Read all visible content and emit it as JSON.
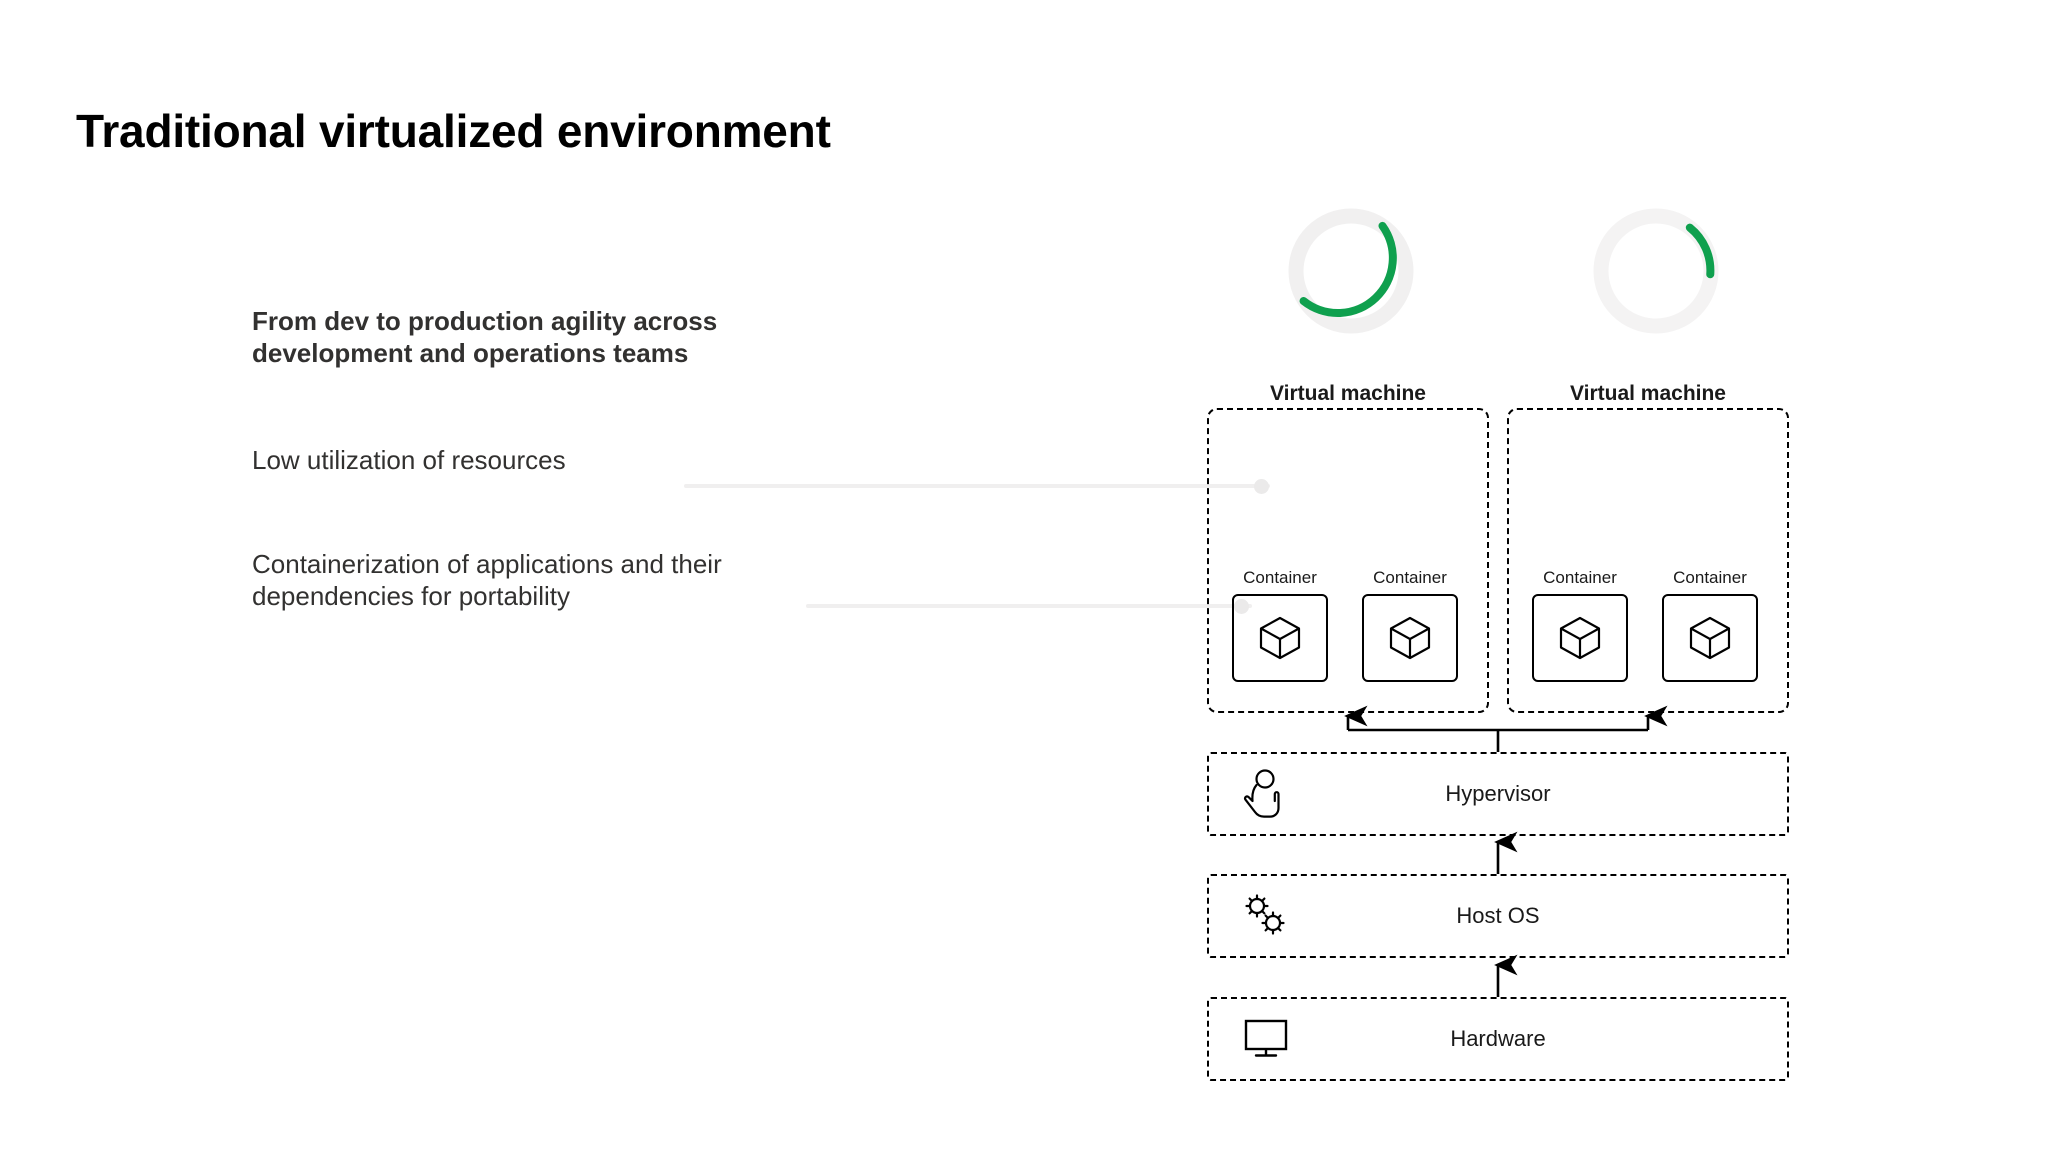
{
  "page": {
    "title": "Traditional virtualized environment",
    "background_color": "#ffffff",
    "text_color": "#323130",
    "accent_green": "#0FA04E",
    "track_gray": "#F1F0F0"
  },
  "left_column": {
    "lede": "From dev to production agility across development and operations teams",
    "bullets": [
      {
        "text": "Low utilization of resources"
      },
      {
        "text": "Containerization of applications and their dependencies for portability"
      }
    ]
  },
  "diagram": {
    "gauges": [
      {
        "name": "vm-gauge-1",
        "value_fraction": 0.35,
        "arc_start_deg": 40,
        "arc_sweep_deg": 126,
        "color": "#0FA04E",
        "track": "#F1F0F0"
      },
      {
        "name": "vm-gauge-2",
        "value_fraction": 0.15,
        "arc_start_deg": 35,
        "arc_sweep_deg": 55,
        "color": "#0FA04E",
        "track": "#F1F0F0"
      }
    ],
    "virtual_machines": [
      {
        "label": "Virtual machine",
        "containers": [
          {
            "label": "Container",
            "icon": "cube-icon"
          },
          {
            "label": "Container",
            "icon": "cube-icon"
          }
        ]
      },
      {
        "label": "Virtual machine",
        "containers": [
          {
            "label": "Container",
            "icon": "cube-icon"
          },
          {
            "label": "Container",
            "icon": "cube-icon"
          }
        ]
      }
    ],
    "stack_rows": [
      {
        "label": "Hypervisor",
        "icon": "touch-hand-icon"
      },
      {
        "label": "Host OS",
        "icon": "gears-icon"
      },
      {
        "label": "Hardware",
        "icon": "monitor-icon"
      }
    ]
  }
}
